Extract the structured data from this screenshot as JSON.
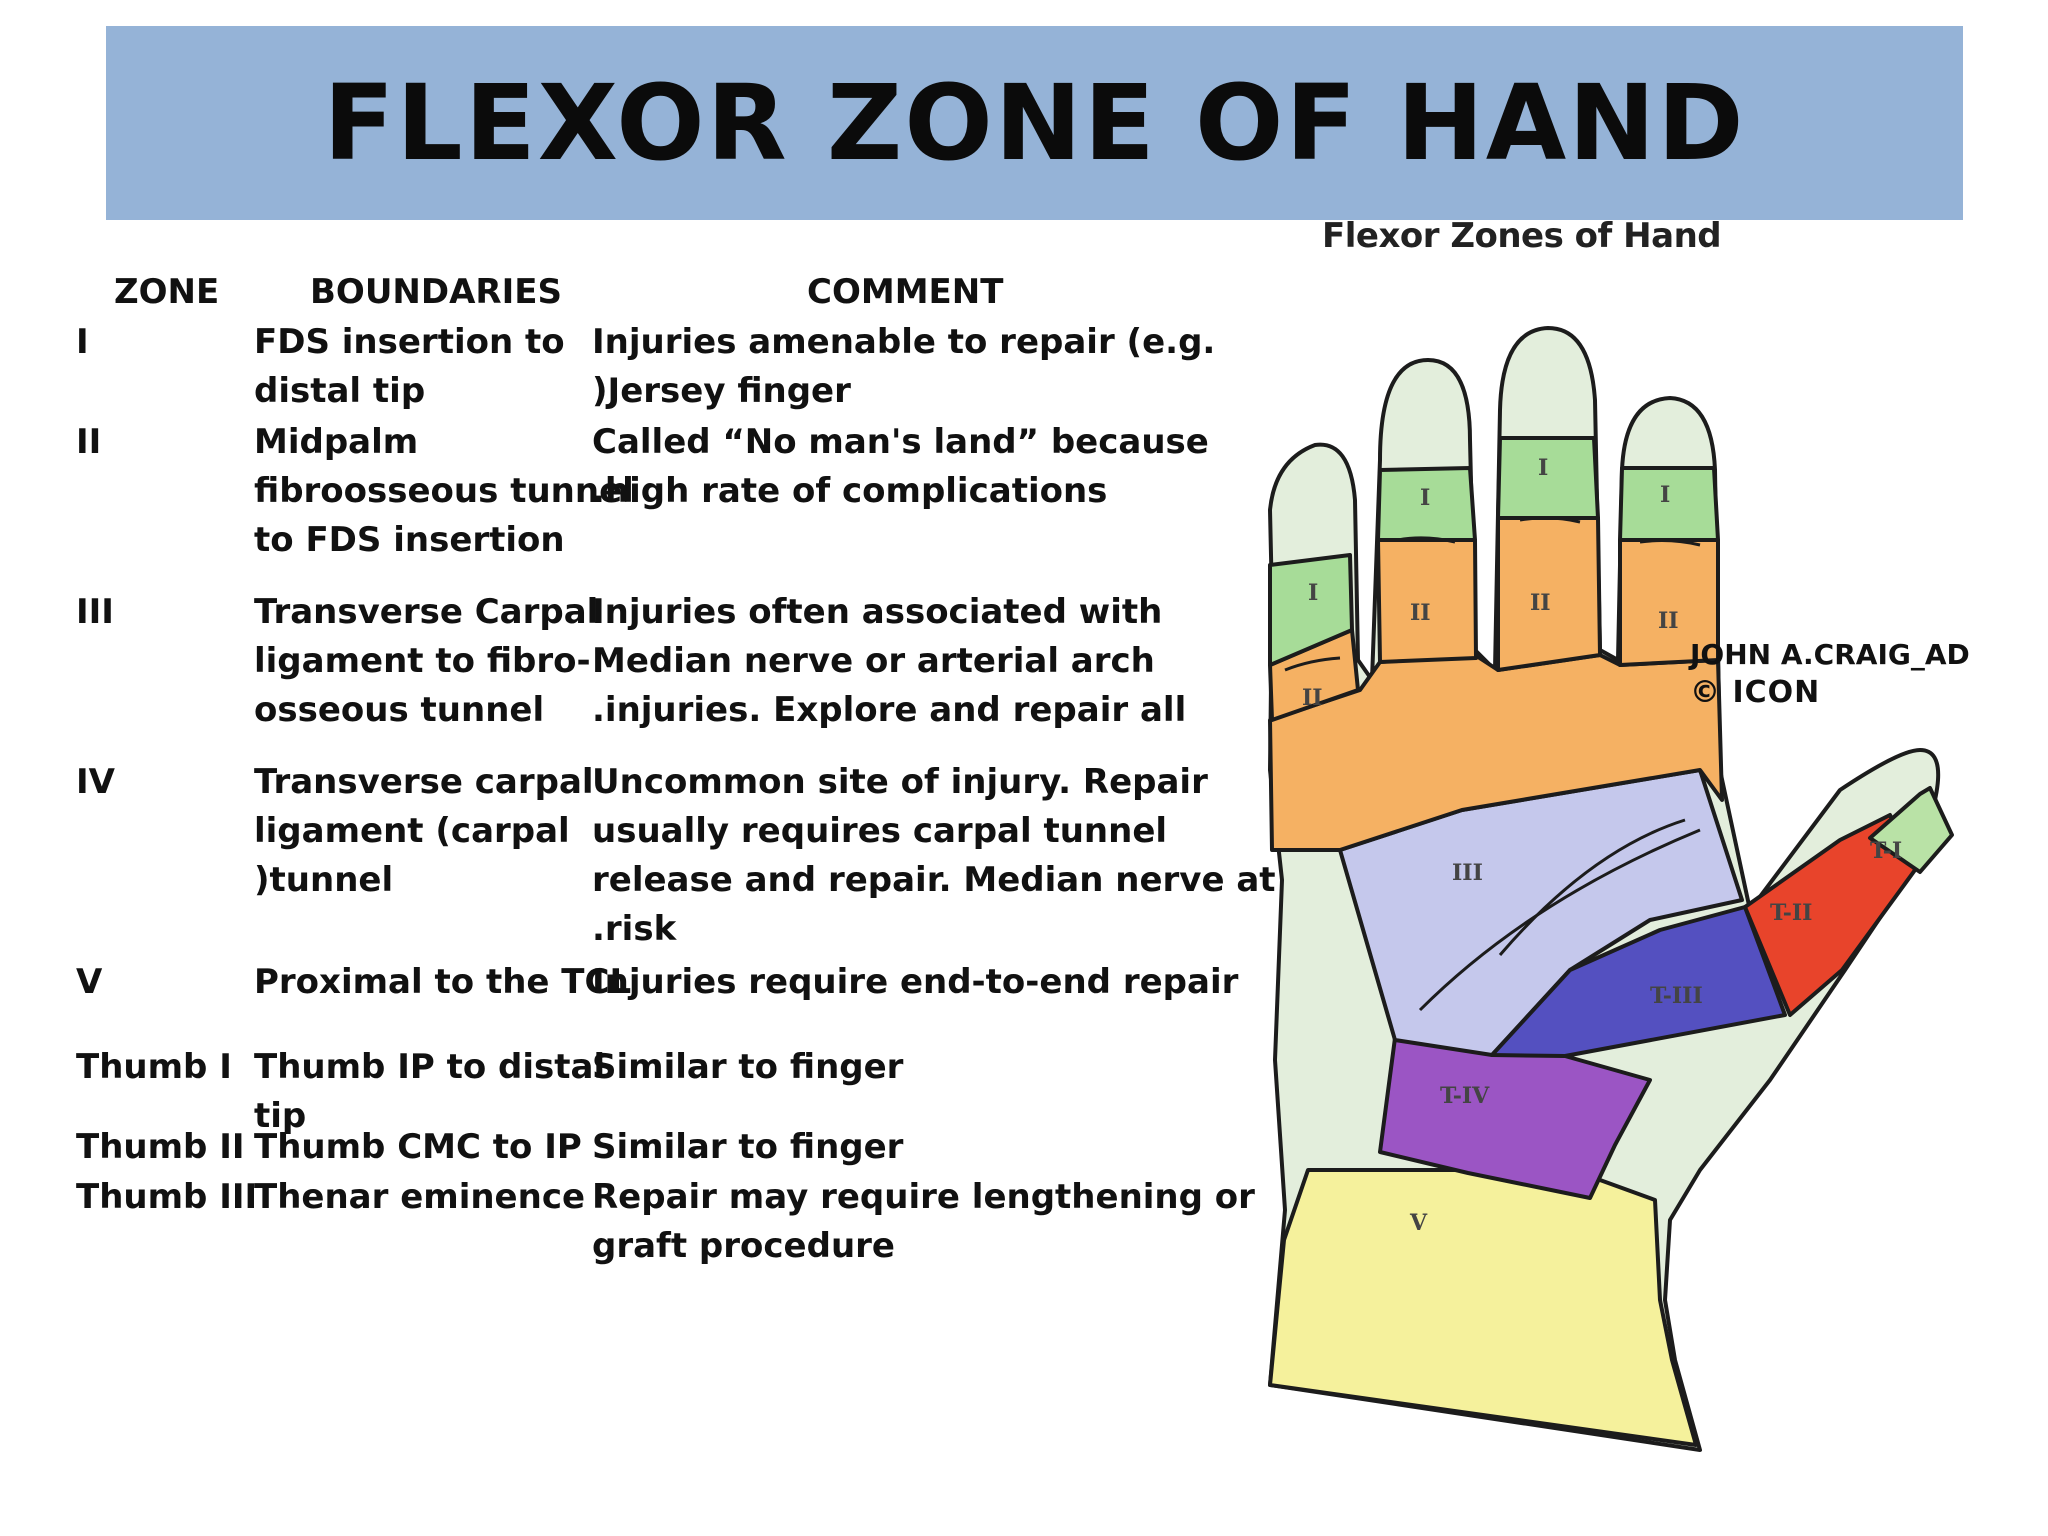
{
  "title": "FLEXOR ZONE OF HAND",
  "table": {
    "headers": {
      "zone": "ZONE",
      "boundaries": "BOUNDARIES",
      "comment": "COMMENT"
    },
    "rows": [
      {
        "zone": [
          "I"
        ],
        "boundaries": [
          "FDS insertion to",
          "distal tip"
        ],
        "comment": [
          "Injuries amenable to repair (e.g.",
          ")Jersey finger"
        ]
      },
      {
        "zone": [
          "II"
        ],
        "boundaries": [
          "Midpalm",
          "fibroosseous tunnel",
          "to FDS insertion"
        ],
        "comment": [
          "Called “No man's land” because",
          ".high rate of complications"
        ]
      },
      {
        "zone": [
          "III"
        ],
        "boundaries": [
          "Transverse Carpal",
          "ligament to fibro-",
          "osseous tunnel"
        ],
        "comment": [
          "Injuries often associated with",
          "Median nerve or arterial arch",
          ".injuries. Explore and repair all"
        ]
      },
      {
        "zone": [
          "IV"
        ],
        "boundaries": [
          "Transverse carpal",
          "ligament (carpal",
          ")tunnel"
        ],
        "comment": [
          "Uncommon site of injury. Repair",
          "usually requires carpal tunnel",
          "release and repair. Median nerve at",
          ".risk"
        ]
      },
      {
        "zone": [
          "V"
        ],
        "boundaries": [
          "Proximal to the TCL"
        ],
        "comment": [
          "Injuries require end-to-end repair"
        ]
      },
      {
        "zone": [
          "Thumb I"
        ],
        "boundaries": [
          "Thumb IP to distal",
          "tip"
        ],
        "comment": [
          "Similar to finger"
        ]
      },
      {
        "zone": [
          "Thumb II"
        ],
        "boundaries": [
          "Thumb CMC to IP"
        ],
        "comment": [
          "Similar to finger"
        ]
      },
      {
        "zone": [
          "Thumb III"
        ],
        "boundaries": [
          "Thenar eminence"
        ],
        "comment": [
          "Repair may require lengthening or",
          "graft procedure"
        ]
      }
    ]
  },
  "figure": {
    "caption": "Flexor Zones of Hand",
    "credit_name": "JOHN A.CRAIG_AD",
    "credit_logo": "© ICON",
    "zone_labels": {
      "z1": "I",
      "z2": "II",
      "z3": "III",
      "z5": "V",
      "t1": "T-I",
      "t2": "T-II",
      "t3": "T-III",
      "t4": "T-IV"
    },
    "colors": {
      "zone_I": "#a7dc98",
      "zone_II": "#f5b163",
      "zone_III": "#c5c8ec",
      "zone_T_I": "#b9e2a6",
      "zone_T_II": "#e8442b",
      "zone_T_III": "#5450c0",
      "zone_T_IV": "#9b55c4",
      "zone_V": "#f5f19c",
      "skin": "#e3eedc",
      "title_bar": "#95b3d7"
    }
  }
}
